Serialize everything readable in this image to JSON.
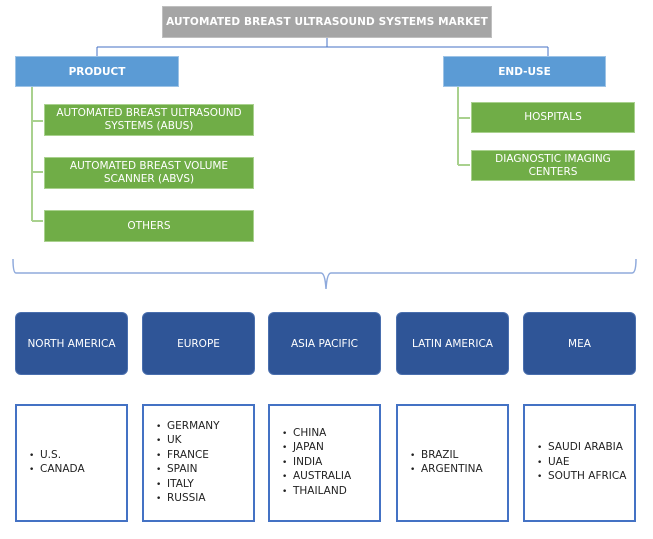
{
  "title": "AUTOMATED BREAST ULTRASOUND SYSTEMS MARKET",
  "categories": [
    {
      "label": "PRODUCT",
      "items": [
        "AUTOMATED BREAST ULTRASOUND SYSTEMS (ABUS)",
        "AUTOMATED BREAST VOLUME SCANNER (ABVS)",
        "OTHERS"
      ]
    },
    {
      "label": "END-USE",
      "items": [
        "HOSPITALS",
        "DIAGNOSTIC IMAGING CENTERS"
      ]
    }
  ],
  "regions": [
    {
      "label": "NORTH AMERICA",
      "countries": [
        "U.S.",
        "CANADA"
      ]
    },
    {
      "label": "EUROPE",
      "countries": [
        "GERMANY",
        "UK",
        "FRANCE",
        "SPAIN",
        "ITALY",
        "RUSSIA"
      ]
    },
    {
      "label": "ASIA PACIFIC",
      "countries": [
        "CHINA",
        "JAPAN",
        "INDIA",
        "AUSTRALIA",
        "THAILAND"
      ]
    },
    {
      "label": "LATIN AMERICA",
      "countries": [
        "BRAZIL",
        "ARGENTINA"
      ]
    },
    {
      "label": "MEA",
      "countries": [
        "SAUDI ARABIA",
        "UAE",
        "SOUTH AFRICA"
      ]
    }
  ],
  "bullet_glyph": "•",
  "colors": {
    "title_bg": "#a5a5a5",
    "category_bg": "#5b9bd5",
    "subitem_bg": "#70ad47",
    "region_bg": "#2f5597",
    "country_border": "#4472c4",
    "connector_blue": "#4472c4",
    "connector_green": "#a9d18e"
  }
}
